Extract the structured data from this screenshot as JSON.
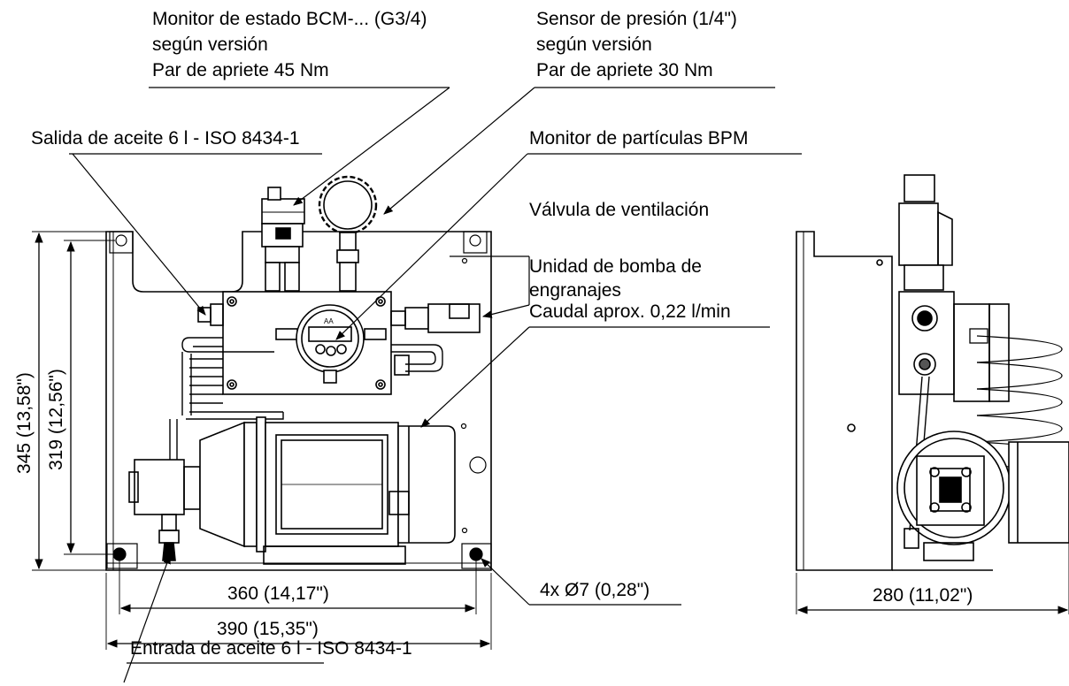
{
  "callouts": {
    "bcm_monitor": [
      "Monitor de estado BCM-... (G3/4)",
      "según versión",
      "Par de apriete 45 Nm"
    ],
    "pressure_sensor": [
      "Sensor de presión (1/4\")",
      "según versión",
      "Par de apriete 30 Nm"
    ],
    "oil_outlet": "Salida de aceite 6 l - ISO 8434-1",
    "particle_monitor": "Monitor de partículas BPM",
    "vent_valve": "Válvula de ventilación",
    "gear_pump": [
      "Unidad de bomba de",
      "engranajes",
      "Caudal aprox. 0,22 l/min"
    ],
    "mounting_holes": "4x Ø7 (0,28\")",
    "oil_inlet": "Entrada de aceite 6 l - ISO 8434-1"
  },
  "dimensions": {
    "height_outer": "345 (13,58\")",
    "height_inner": "319 (12,56\")",
    "width_inner": "360 (14,17\")",
    "width_outer": "390 (15,35\")",
    "depth": "280 (11,02\")"
  },
  "device_marks": {
    "display_label": "AA"
  }
}
